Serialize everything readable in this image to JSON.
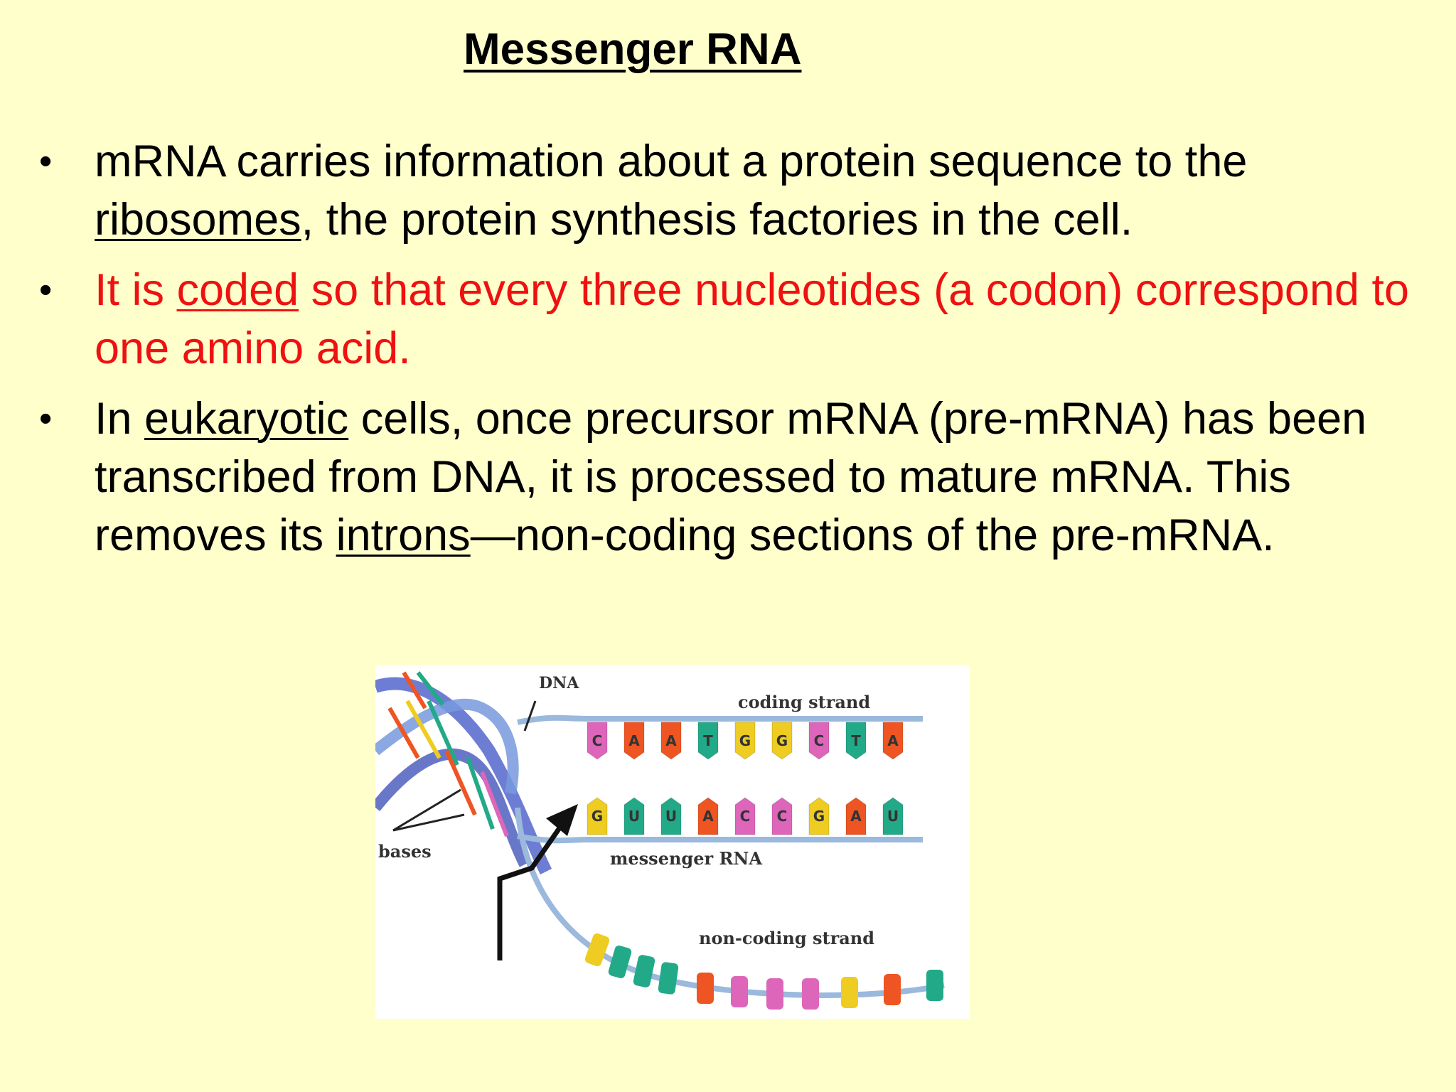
{
  "title": "Messenger RNA",
  "bullets": [
    {
      "marker": "•",
      "before": "mRNA carries information about a protein sequence to the ",
      "link": "ribosomes",
      "after": ", the protein synthesis factories in the cell."
    },
    {
      "marker": "•",
      "before": " It is ",
      "link": "coded",
      "after": " so that every three nucleotides (a codon) correspond to one amino acid.",
      "color": "#ee1111"
    },
    {
      "marker": "•",
      "before": "In ",
      "link": "eukaryotic",
      "middle": " cells, once precursor mRNA (pre-mRNA) has been transcribed from DNA, it is processed to mature mRNA. This removes its ",
      "link2": "introns",
      "after": "—non-coding sections of the pre-mRNA."
    }
  ],
  "figure": {
    "labels": {
      "dna": "DNA",
      "coding_strand": "coding strand",
      "messenger_rna": "messenger RNA",
      "bases": "bases",
      "non_coding_strand": "non-coding strand"
    },
    "coding_bases": [
      "C",
      "A",
      "A",
      "T",
      "G",
      "G",
      "C",
      "T",
      "A"
    ],
    "mrna_bases": [
      "G",
      "U",
      "U",
      "A",
      "C",
      "C",
      "G",
      "A",
      "U"
    ],
    "base_colors": {
      "A": "#ee5522",
      "T": "#22aa88",
      "U": "#22aa88",
      "G": "#eecc22",
      "C": "#dd66bb"
    }
  }
}
